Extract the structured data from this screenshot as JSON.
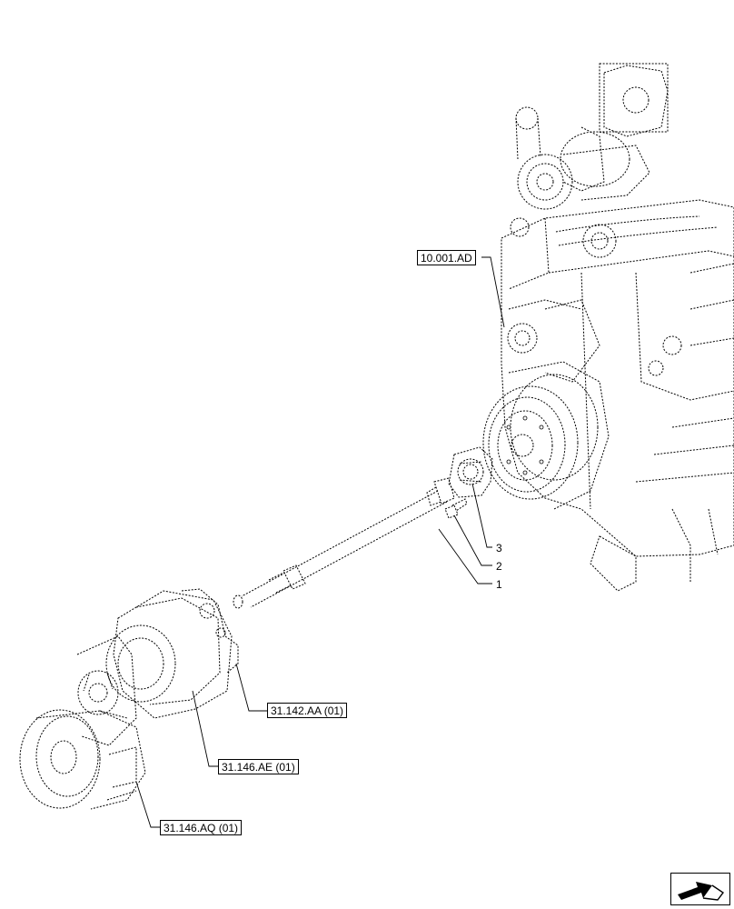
{
  "references": {
    "engine": "10.001.AD",
    "pto_aa": "31.142.AA (01)",
    "pto_ae": "31.146.AE (01)",
    "pto_aq": "31.146.AQ (01)"
  },
  "callouts": {
    "item1": "1",
    "item2": "2",
    "item3": "3"
  },
  "icons": {
    "navigation": "next-page-arrow-icon"
  }
}
